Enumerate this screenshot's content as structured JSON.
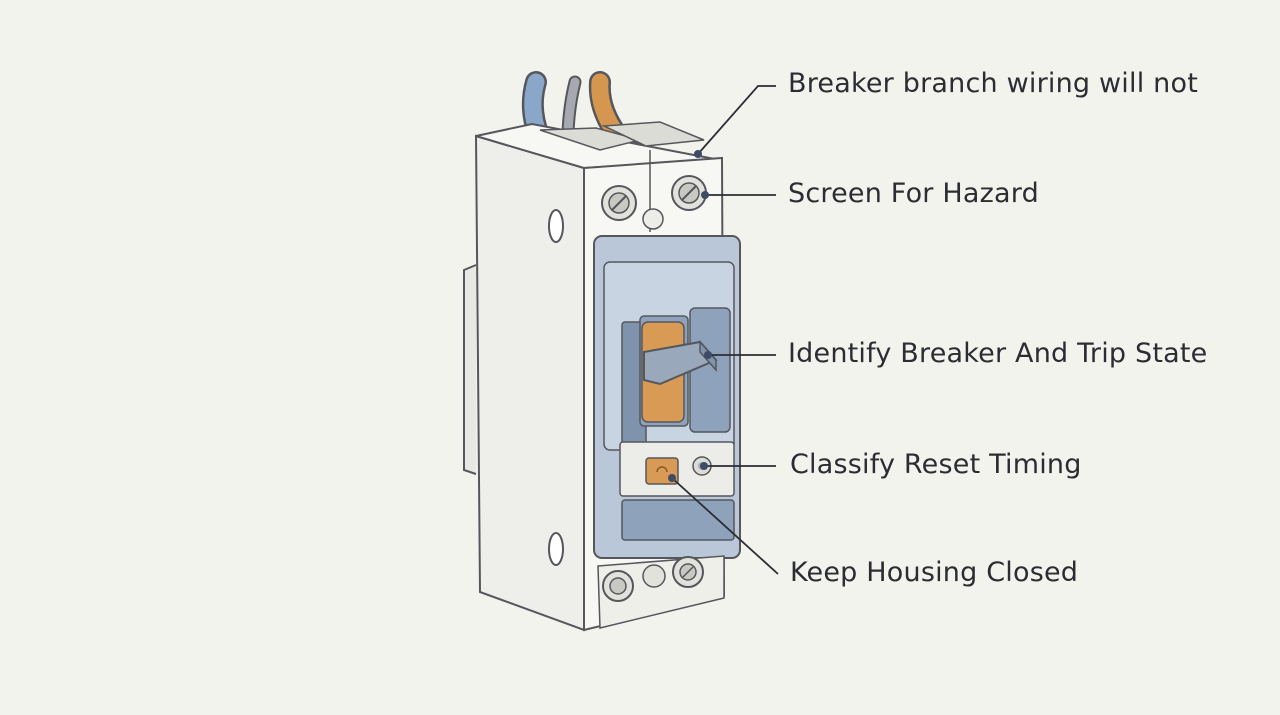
{
  "callouts": [
    {
      "id": "branch-wiring",
      "text": "Breaker branch wiring will not"
    },
    {
      "id": "hazard",
      "text": "Screen For Hazard"
    },
    {
      "id": "trip-state",
      "text": "Identify Breaker And Trip State"
    },
    {
      "id": "reset-timing",
      "text": "Classify Reset Timing"
    },
    {
      "id": "housing",
      "text": "Keep Housing Closed"
    }
  ],
  "colors": {
    "background": "#f3f3ee",
    "housing": "#f7f7f3",
    "outline": "#55575c",
    "faceplate": "#b9c7d8",
    "faceplate_dark": "#8fa2bb",
    "handle_copper": "#d89a55",
    "wire_blue": "#8aa6c9",
    "wire_orange": "#d5964f",
    "leader_dot": "#3d4b66"
  }
}
